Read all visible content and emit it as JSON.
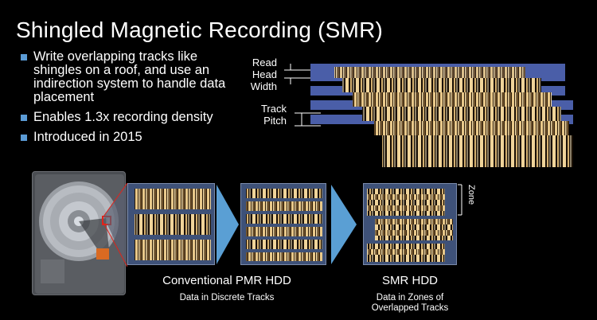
{
  "title": "Shingled Magnetic Recording (SMR)",
  "bullets": [
    "Write overlapping tracks like shingles on a roof, and use an indirection system to handle data placement",
    "Enables 1.3x recording density",
    "Introduced in 2015"
  ],
  "figure_labels": {
    "read_head_width": [
      "Read",
      "Head",
      "Width"
    ],
    "track_pitch": [
      "Track",
      "Pitch"
    ],
    "zone": "Zone"
  },
  "captions": {
    "pmr_title": "Conventional PMR HDD",
    "pmr_subtitle": "Data in Discrete Tracks",
    "smr_title": "SMR HDD",
    "smr_subtitle_line1": "Data in Zones of",
    "smr_subtitle_line2": "Overlapped Tracks"
  },
  "colors": {
    "background": "#000000",
    "bullet": "#5b9bd5",
    "track_band": "#4a5ea8",
    "track_gold": "#c8a060",
    "panel": "#3e5178",
    "arrow": "#5a9fd4",
    "highlight": "#e0241c"
  }
}
